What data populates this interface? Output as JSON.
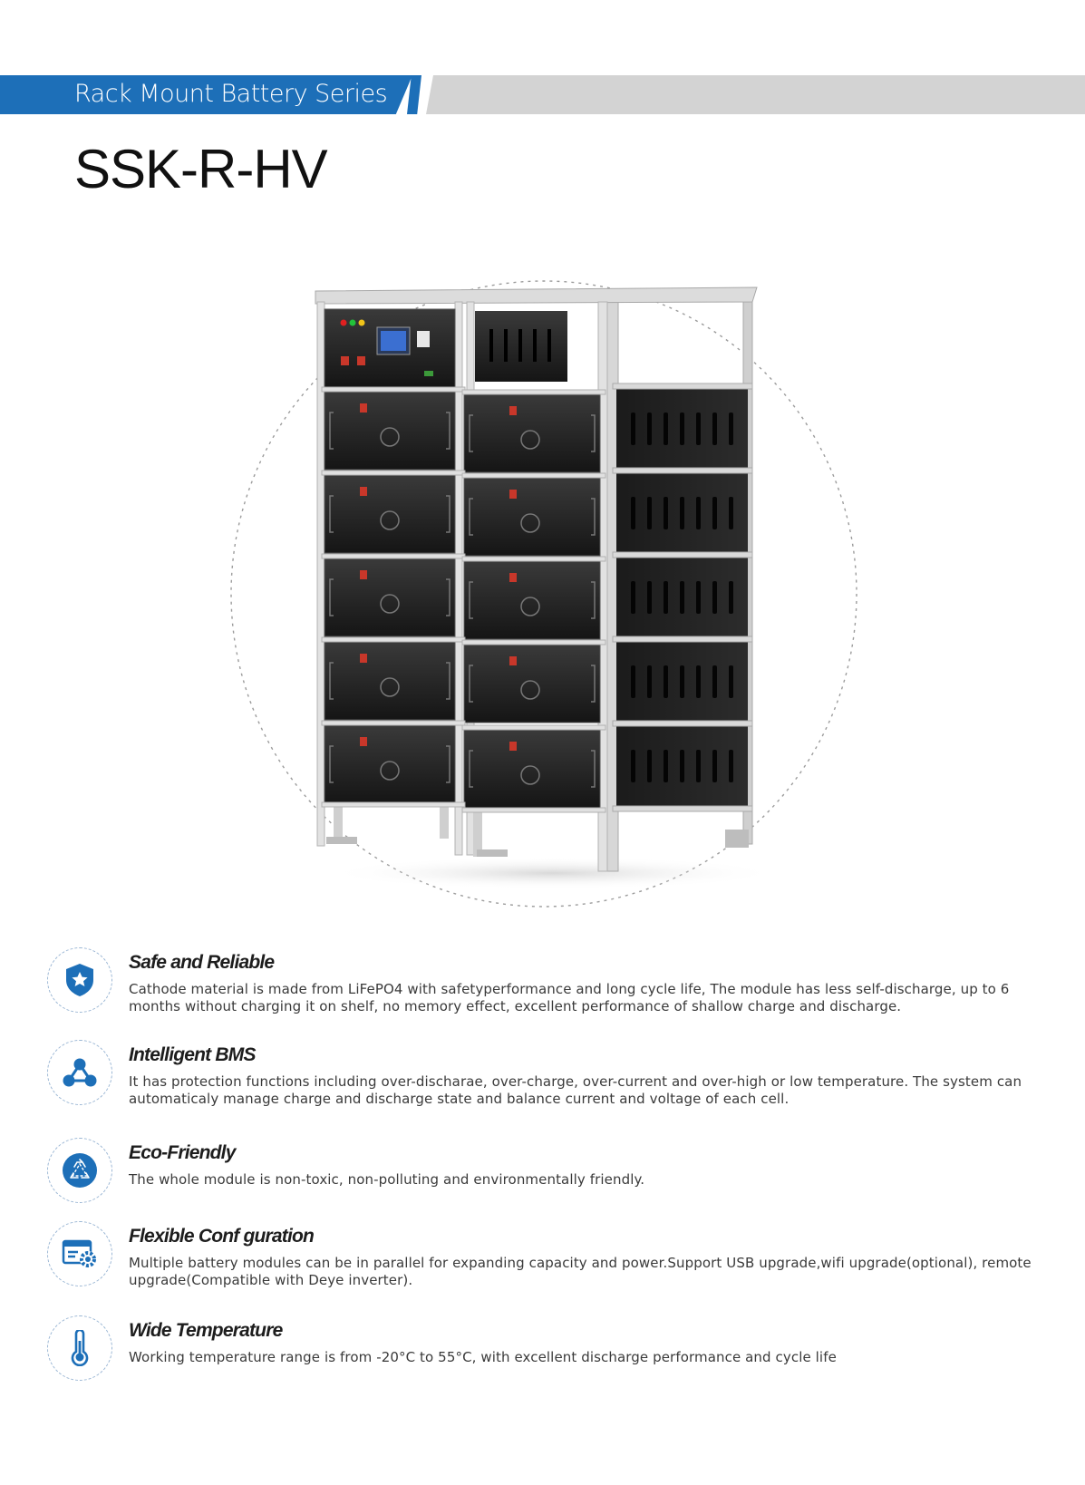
{
  "header": {
    "series_label": "Rack Mount Battery Series",
    "product_title": "SSK-R-HV"
  },
  "colors": {
    "accent": "#1d6fb8",
    "banner_gray": "#d3d3d3"
  },
  "features": [
    {
      "icon": "shield-star-icon",
      "title": "Safe and Reliable",
      "description": "Cathode material is made from LiFePO4 with safetyperformance and long cycle life, The module has less self-discharge, up to 6 months without charging it on shelf, no memory effect, excellent performance of shallow charge and discharge."
    },
    {
      "icon": "network-nodes-icon",
      "title": "Intelligent BMS",
      "description": "It has protection functions including over-discharae, over-charge, over-current and over-high or low temperature. The system can automaticaly manage charge and discharge state and balance current and voltage of each cell."
    },
    {
      "icon": "recycle-icon",
      "title": "Eco-Friendly",
      "description": "The whole module is non-toxic, non-polluting and environmentally friendly."
    },
    {
      "icon": "config-gear-icon",
      "title": "Flexible Conf guration",
      "description": "Multiple battery modules can be in parallel for expanding capacity and power.Support USB upgrade,wifi upgrade(optional), remote upgrade(Compatible with Deye inverter)."
    },
    {
      "icon": "thermometer-icon",
      "title": "Wide Temperature",
      "description": "Working temperature range is from -20°C to 55°C, with excellent discharge performance and cycle life"
    }
  ]
}
